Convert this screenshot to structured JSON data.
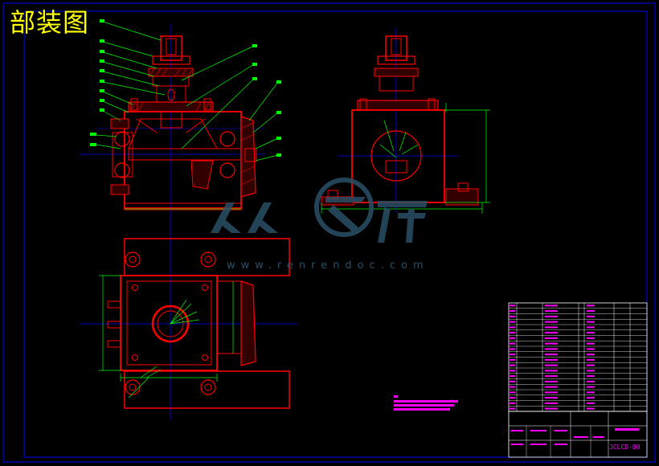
{
  "drawing": {
    "title_overlay": "部装图",
    "watermark_text": "www.renrendoc.com",
    "drawing_number": "JCLCD-00",
    "colors": {
      "background": "#000000",
      "frame": "#0000ff",
      "outline": "#ff0000",
      "centerline": "#0000ff",
      "dimension": "#00ff00",
      "leader": "#00ff00",
      "hatch": "#ff0000",
      "title_text": "#ff00ff",
      "table_line": "#ffffff",
      "overlay_title": "#ffff00",
      "watermark": "#2a4f66"
    },
    "icons": [
      "logo-icon"
    ]
  }
}
